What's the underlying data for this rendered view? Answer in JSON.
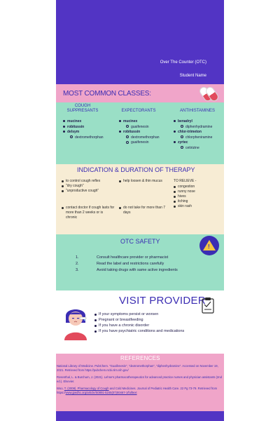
{
  "header": {
    "subtitle": "Over The Counter (OTC)",
    "student": "Student Name"
  },
  "classes": {
    "title": "MOST COMMON CLASSES:",
    "cough": {
      "head": "COUGH\nSUPPRESANTS",
      "items": [
        "mucinex",
        "robitussin",
        "delsym"
      ],
      "sub": "dextromethorphan"
    },
    "expectorants": {
      "head": "EXPECTORANTS",
      "item1": "mucinex",
      "sub1": "guaifenesin",
      "item2": "robitussin",
      "sub2a": "dextromethorphan",
      "sub2b": "guaifenesin"
    },
    "antihistamines": {
      "head": "ANTIHISTAMINES",
      "item1": "benadryl",
      "sub1": "diphenhydramine",
      "item2": "chlor-trimeton",
      "sub2": "chlorpheniramine",
      "item3": "zyrtec",
      "sub3": "cetirizine"
    }
  },
  "indication": {
    "title": "INDICATION & DURATION OF THERAPY",
    "col1": [
      "to control cough reflex",
      "\"dry cough\"",
      "\"unproductive cough\""
    ],
    "col1b": [
      "contact doctor if cough lasts for more than 2 weeks or is chronic"
    ],
    "col2": [
      "help loosen & thin mucus"
    ],
    "col2b": [
      "do not take for more than 7 days"
    ],
    "relieve_head": "TO RELIEVE -",
    "col3": [
      "congestion",
      "runny nose",
      "hives",
      "itching",
      "skin rash"
    ]
  },
  "safety": {
    "title": "OTC SAFETY",
    "items": [
      {
        "n": "1.",
        "t": "Consult healthcare provider or pharmacist"
      },
      {
        "n": "2.",
        "t": "Read the label and restrictions carefully"
      },
      {
        "n": "3.",
        "t": "Avoid taking drugs with same active ingredients"
      }
    ]
  },
  "visit": {
    "title": "VISIT PROVIDER",
    "items": [
      "If your symptoms persist or worsen",
      "Pregnant or breastfeeding",
      "If you have a chronic disorder",
      "If you have psychiatric conditions and medications"
    ]
  },
  "references": {
    "title": "REFERENCES",
    "ref1": "National Library of Medicine. PubChem. \"Guaifenesin\", \"dextromethorphan\", \"diphenhydramine\". Accessed on November 19, 2021. Retrieved from https://pubchem.ncbi.nlm.nih.gov/",
    "ref2": "Rosenthal, L. & Burchum, J. (2021). Lehne's pharmacotherapeutics for advanced practice nurses and physician assistants (2nd ed.). Elsevier.",
    "ref3_pre": "Woo, ",
    "ref3_link": "T. (2008). Pharmacology of Cough",
    "ref3_post": " and Cold Medicines. Journal of Pediatric Health Care. 22 Pg 73-79. Retrieved from https://",
    "ref3_url": "www.jpedhc.org/article/S0891-5245(07)00467-1/fulltext"
  },
  "colors": {
    "background": "#5234c4",
    "pink": "#f0a5c9",
    "teal": "#9adfc6",
    "cream": "#f7ecd4",
    "heading": "#3b2db3"
  }
}
